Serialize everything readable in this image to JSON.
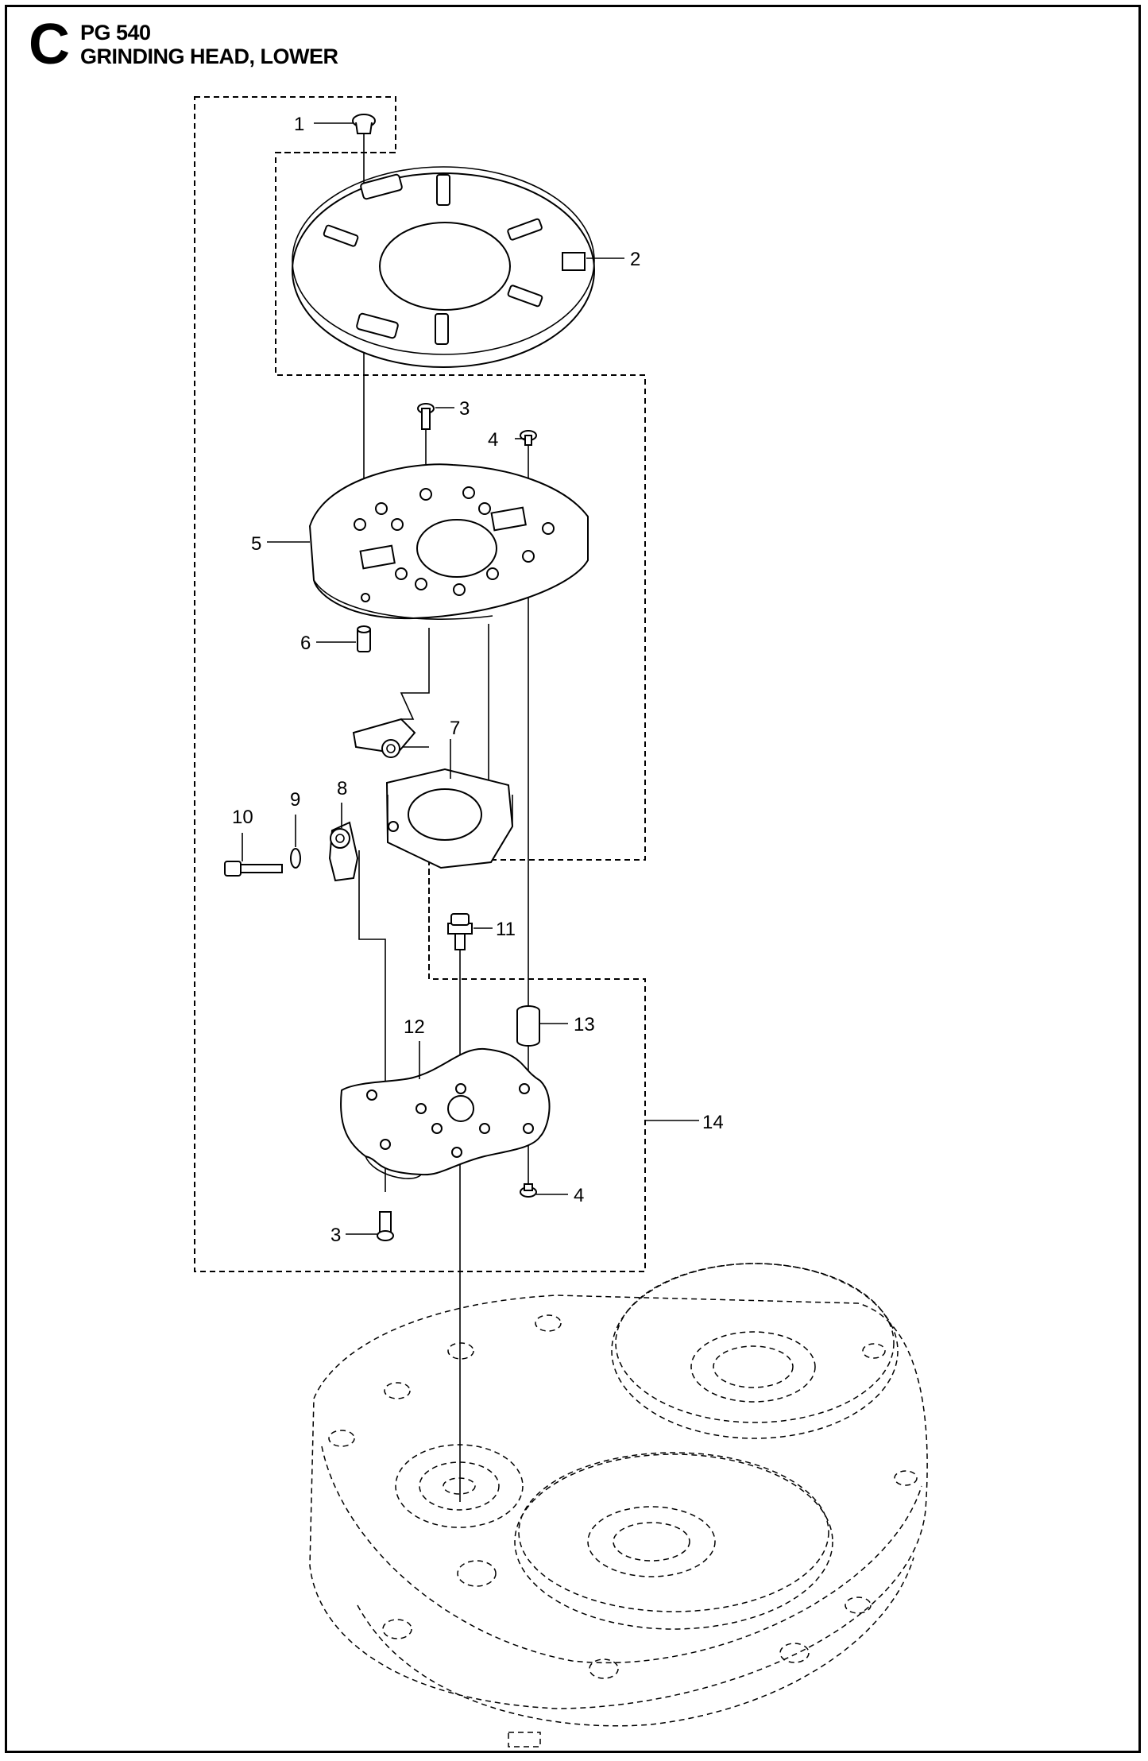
{
  "header": {
    "section_letter": "C",
    "model": "PG 540",
    "title": "GRINDING HEAD, LOWER"
  },
  "callouts": [
    "1",
    "2",
    "3",
    "4",
    "5",
    "6",
    "7",
    "8",
    "9",
    "10",
    "11",
    "12",
    "13",
    "14",
    "3",
    "4"
  ]
}
